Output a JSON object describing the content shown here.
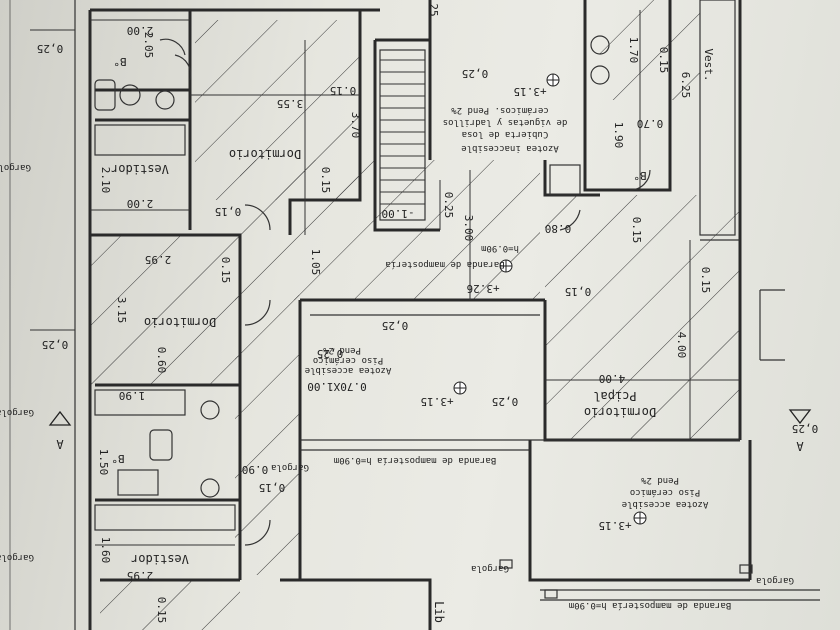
{
  "plan": {
    "rooms": {
      "dormitorio_1": "Dormitorio",
      "dormitorio_2": "Dormitorio",
      "dormitorio_ppal_1": "Dormitorio",
      "dormitorio_ppal_2": "Pcipal",
      "vestidor_1": "Vestidor",
      "vestidor_2": "Vestidor",
      "bano_1": "B°",
      "bano_2": "B°",
      "bano_3": "B°",
      "vest": "Vest.",
      "lib": "Lib"
    },
    "notes": {
      "cubierta_1": "Cubierta de losa",
      "cubierta_2": "de viguetas y ladrillos",
      "cubierta_3": "cerámicos. Pend 2%",
      "cubierta_4": "Azotea inaccesible",
      "azotea1_1": "Azotea accesible",
      "azotea1_2": "Piso cerámico",
      "azotea1_3": "Pend 2%",
      "azotea2_1": "Azotea accesible",
      "azotea2_2": "Piso cerámico",
      "azotea2_3": "Pend 2%",
      "baranda_1": "Baranda de mampostería",
      "baranda_1b": "h=0.90m",
      "baranda_2": "Baranda de mampostería h=0.90m",
      "baranda_3": "Baranda de mampostería h=0.90m",
      "gargola_1": "Gargola",
      "gargola_2": "Gargola",
      "gargola_3": "Gargola",
      "gargola_4": "Gargola",
      "gargola_5": "Gargola",
      "gargola_6": "Gargola",
      "section_a_left": "A",
      "section_a_right": "A"
    },
    "levels": {
      "l1": "+3.15",
      "l2": "+3.26",
      "l3": "+3.15",
      "l4": "+3.15",
      "l5": "-1.00"
    },
    "dims": {
      "d_200_top": "2.00",
      "d_025_tl": "0,25",
      "d_205": "2.05",
      "d_355": "3.55",
      "d_015_a": "0.15",
      "d_370": "3.70",
      "d_015_b": "0.15",
      "d_210": "2.10",
      "d_200_mid": "2.00",
      "d_015_c": "0,15",
      "d_105": "1.05",
      "d_295_a": "2.95",
      "d_015_d": "0.15",
      "d_315": "3.15",
      "d_025_l": "0,25",
      "d_060": "0.60",
      "d_190": "1.90",
      "d_150": "1.50",
      "d_090": "0.90",
      "d_015_e": "0,15",
      "d_160": "1.60",
      "d_295_b": "2.95",
      "d_015_f": "0.15",
      "d_025_top": "25",
      "d_025_a": "0,25",
      "d_025_b": "0,25",
      "d_025_c": "0,25",
      "d_025_d": "0,25",
      "d_070x100": "0.70X1.00",
      "d_300": "3.00",
      "d_025_e": "0.25",
      "d_080": "0.80",
      "d_015_g": "0,15",
      "d_170": "1.70",
      "d_015_h": "0.15",
      "d_070": "0.70",
      "d_190_b": "1.90",
      "d_625": "6.25",
      "d_015_i": "0.15",
      "d_400_a": "4.00",
      "d_400_b": "4.00",
      "d_015_j": "0.15",
      "d_025_r": "0,25"
    }
  }
}
